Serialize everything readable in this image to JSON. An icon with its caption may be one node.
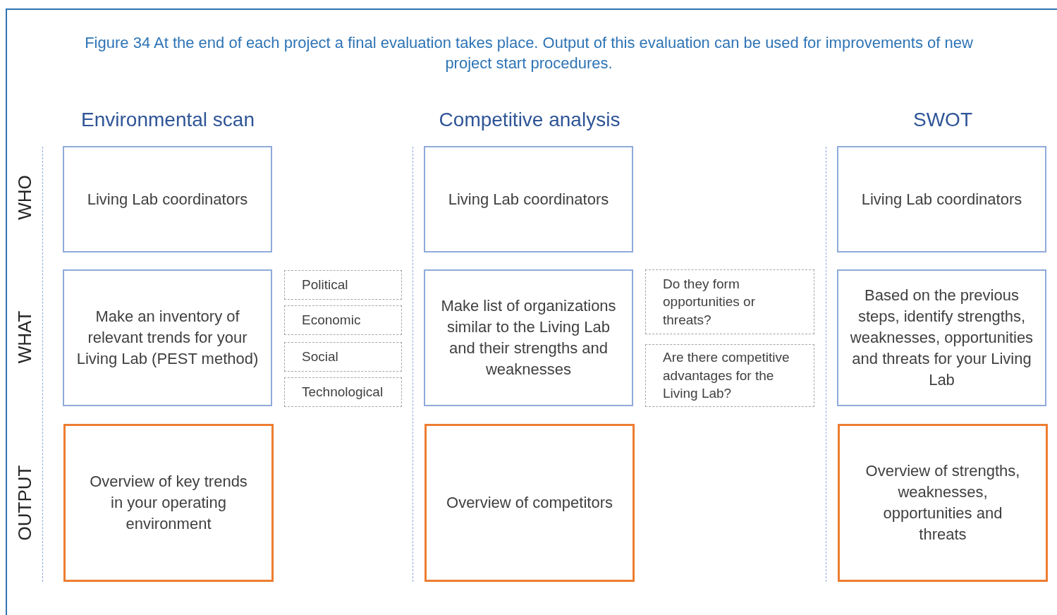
{
  "diagram": {
    "caption": "Figure 34 At the end of each project a final evaluation takes place. Output of this evaluation can be used for improvements of new project start procedures.",
    "nodes": [
      {
        "text": [
          "Living Lab coordinators"
        ]
      },
      {
        "text": [
          "Living Lab coordinators"
        ]
      },
      {
        "text": [
          "Living Lab coordinators"
        ]
      },
      {
        "text": [
          "Make an inventory of relevant trends for your Living Lab (PEST method)"
        ]
      },
      {
        "text": [
          "Political"
        ]
      },
      {
        "text": [
          "Economic"
        ]
      },
      {
        "text": [
          "Social"
        ]
      },
      {
        "text": [
          "Technological"
        ]
      },
      {
        "text": [
          "Make list of organizations similar to the Living Lab and their strengths and weaknesses"
        ]
      },
      {
        "text": [
          "Do they form opportunities or threats?"
        ]
      },
      {
        "text": [
          "Are there competitive advantages for the Living Lab?"
        ]
      },
      {
        "text": [
          "Based on the previous steps, identify strengths, weaknesses, opportunities and threats for your Living Lab"
        ]
      },
      {
        "text": [
          "Overview of key trends in your operating environment"
        ]
      },
      {
        "text": [
          "Overview of competitors"
        ]
      },
      {
        "text": [
          "Overview of strengths, weaknesses, opportunities and threats"
        ]
      }
    ],
    "edges": [],
    "labels": [
      "Environmental scan",
      "Competitive analysis",
      "SWOT",
      "WHO",
      "WHAT",
      "OUTPUT"
    ]
  }
}
